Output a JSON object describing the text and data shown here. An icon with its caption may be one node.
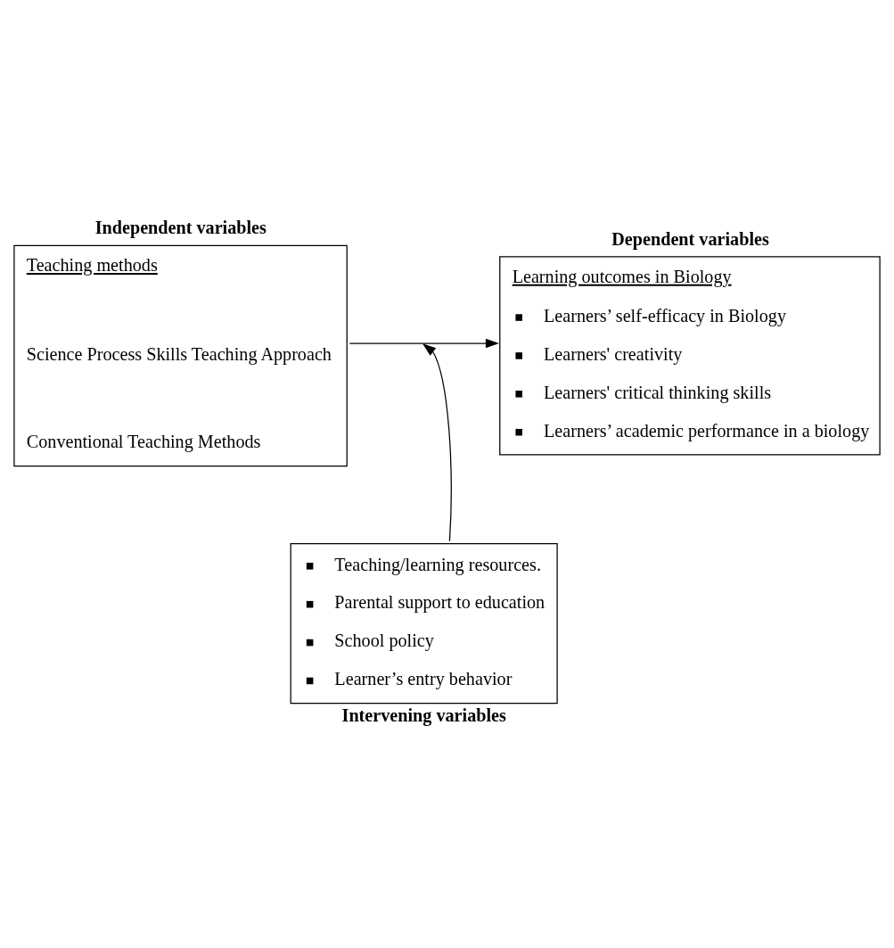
{
  "diagram": {
    "nodes": [
      {
        "text": [
          "Independent variables",
          "Teaching methods",
          "Science Process Skills Teaching Approach",
          "Conventional Teaching Methods"
        ]
      },
      {
        "text": [
          "Dependent variables",
          "Learning outcomes in Biology",
          "Learners’ self-efficacy in Biology",
          "Learners' creativity",
          "Learners' critical thinking skills",
          "Learners’ academic performance in a biology"
        ]
      },
      {
        "text": [
          "Teaching/learning resources.",
          "Parental support to education",
          "School policy",
          "Learner’s entry behavior",
          "Intervening variables"
        ]
      }
    ],
    "edges": [
      {
        "from": 0,
        "to": 1,
        "arrow": "to"
      },
      {
        "from": 2,
        "to": null,
        "arrow": "to"
      }
    ]
  }
}
